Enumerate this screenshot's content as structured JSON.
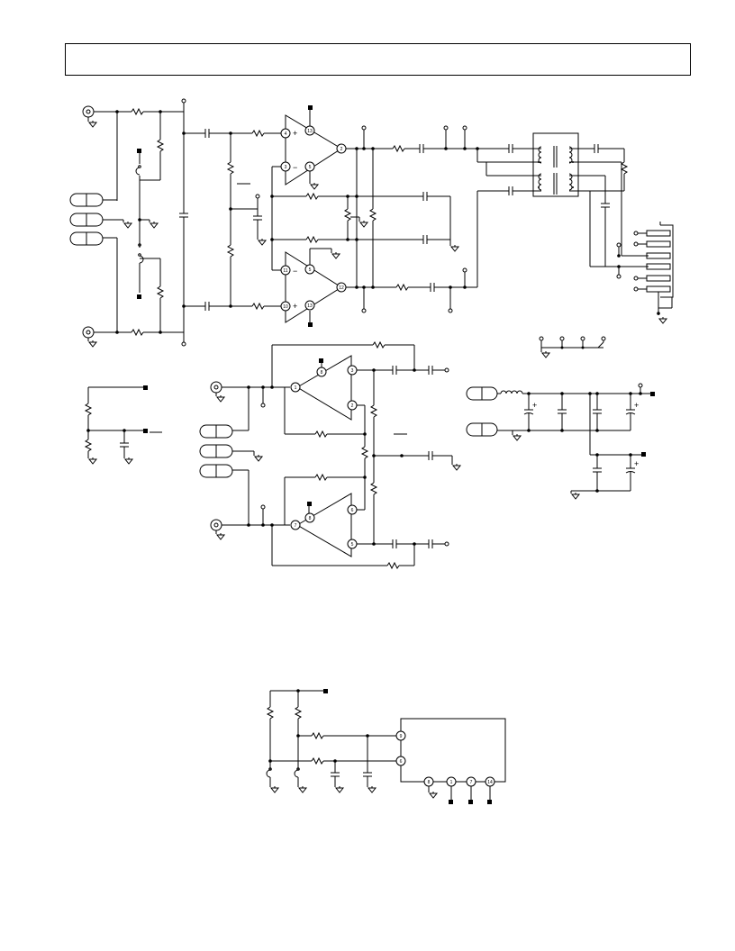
{
  "header": {
    "title": ""
  },
  "colors": {
    "ink": "#000000",
    "background": "#ffffff"
  },
  "pins": {
    "u1": [
      "4",
      "3",
      "2",
      "5",
      "13"
    ],
    "u2": [
      "11",
      "10",
      "12",
      "5",
      "13"
    ],
    "u3": [
      "1",
      "8",
      "3",
      "2"
    ],
    "u4": [
      "7",
      "8",
      "6",
      "5"
    ],
    "u5": [
      "9",
      "6",
      "8",
      "1",
      "7",
      "14"
    ]
  },
  "signs": {
    "plus": "+",
    "minus": "−"
  }
}
